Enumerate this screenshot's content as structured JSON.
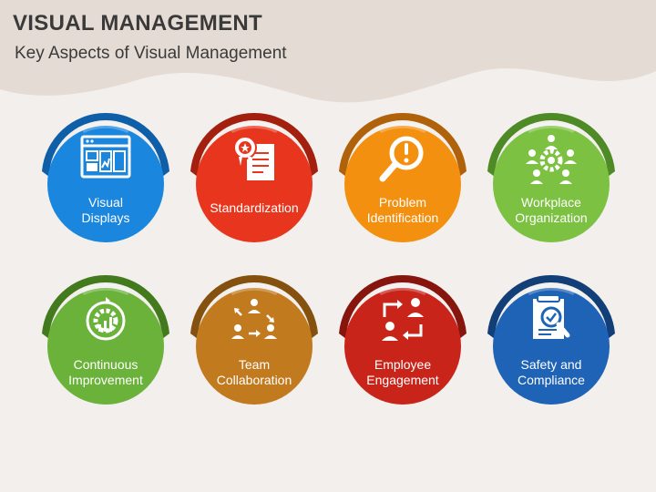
{
  "header": {
    "title": "VISUAL MANAGEMENT",
    "subtitle": "Key Aspects of Visual Management"
  },
  "items": [
    {
      "label_line1": "Visual",
      "label_line2": "Displays",
      "icon": "dashboard-icon",
      "color": "#1a86de",
      "dark": "#0f5fa8"
    },
    {
      "label_line1": "Standardization",
      "label_line2": "",
      "icon": "certificate-document-icon",
      "color": "#e8361e",
      "dark": "#a3200e"
    },
    {
      "label_line1": "Problem",
      "label_line2": "Identification",
      "icon": "magnifier-exclamation-icon",
      "color": "#f4900f",
      "dark": "#b0620a"
    },
    {
      "label_line1": "Workplace",
      "label_line2": "Organization",
      "icon": "team-gear-icon",
      "color": "#7cc142",
      "dark": "#4e8a25"
    },
    {
      "label_line1": "Continuous",
      "label_line2": "Improvement",
      "icon": "gear-growth-icon",
      "color": "#6ab23a",
      "dark": "#447a1e"
    },
    {
      "label_line1": "Team",
      "label_line2": "Collaboration",
      "icon": "people-arrows-icon",
      "color": "#c27a1f",
      "dark": "#85510f"
    },
    {
      "label_line1": "Employee",
      "label_line2": "Engagement",
      "icon": "people-exchange-icon",
      "color": "#c8241a",
      "dark": "#86150e"
    },
    {
      "label_line1": "Safety and",
      "label_line2": "Compliance",
      "icon": "checklist-search-icon",
      "color": "#1e63b5",
      "dark": "#123f78"
    }
  ]
}
